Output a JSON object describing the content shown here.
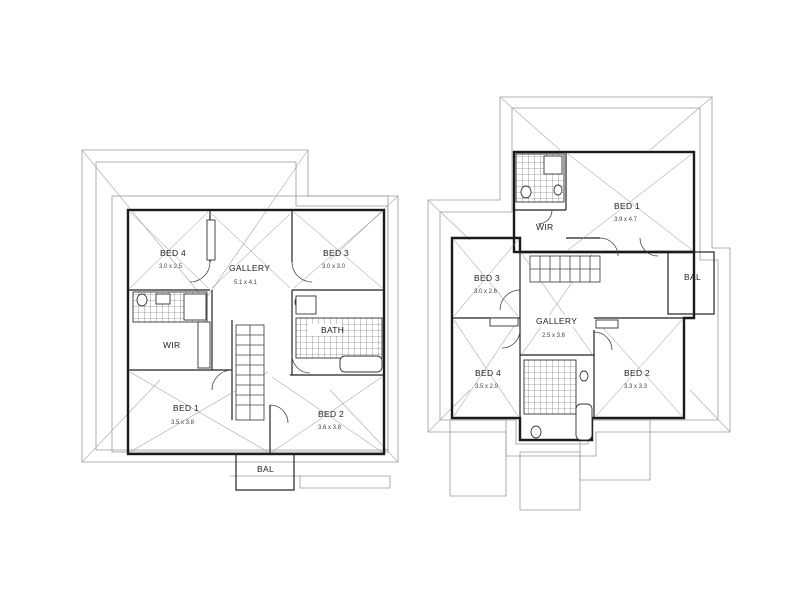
{
  "plans": [
    {
      "id": "left",
      "rooms": [
        {
          "key": "bed4",
          "name": "BED 4",
          "dims": "3.0 x 2.5"
        },
        {
          "key": "gallery",
          "name": "GALLERY",
          "dims": "5.1 x 4.1"
        },
        {
          "key": "bed3",
          "name": "BED 3",
          "dims": "3.0 x 3.0"
        },
        {
          "key": "wir",
          "name": "WIR",
          "dims": ""
        },
        {
          "key": "bath",
          "name": "BATH",
          "dims": ""
        },
        {
          "key": "bed1",
          "name": "BED 1",
          "dims": "3.5 x 3.8"
        },
        {
          "key": "bed2",
          "name": "BED 2",
          "dims": "3.6 x 3.8"
        },
        {
          "key": "bal",
          "name": "BAL",
          "dims": ""
        }
      ]
    },
    {
      "id": "right",
      "rooms": [
        {
          "key": "bed1",
          "name": "BED 1",
          "dims": "3.9 x 4.7"
        },
        {
          "key": "wir",
          "name": "WIR",
          "dims": ""
        },
        {
          "key": "bed3",
          "name": "BED 3",
          "dims": "3.0 x 2.6"
        },
        {
          "key": "bal",
          "name": "BAL",
          "dims": ""
        },
        {
          "key": "gallery",
          "name": "GALLERY",
          "dims": "2.5 x 3.6"
        },
        {
          "key": "bed4",
          "name": "BED 4",
          "dims": "3.5 x 2.9"
        },
        {
          "key": "bed2",
          "name": "BED 2",
          "dims": "3.3 x 3.3"
        }
      ]
    }
  ]
}
